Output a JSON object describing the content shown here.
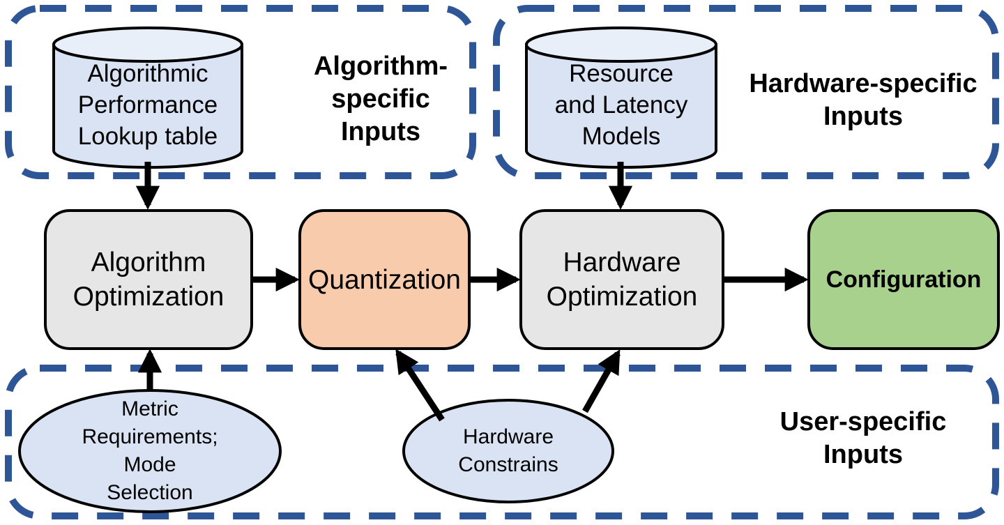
{
  "colors": {
    "dashed_border": "#2E5696",
    "input_fill": "#DAE3F3",
    "input_top_fill": "#E9EFF8",
    "process_fill": "#E7E6E6",
    "quantization_fill": "#F8CBAD",
    "configuration_fill": "#A9D18E",
    "arrow_color": "#000000"
  },
  "groups": {
    "algorithm_specific": {
      "label": "Algorithm-\nspecific\nInputs"
    },
    "hardware_specific": {
      "label": "Hardware-specific\nInputs"
    },
    "user_specific": {
      "label": "User-specific\nInputs"
    }
  },
  "nodes": {
    "algorithmic_performance_lut": {
      "shape": "cylinder",
      "label": "Algorithmic\nPerformance\nLookup table"
    },
    "resource_latency_models": {
      "shape": "cylinder",
      "label": "Resource\nand Latency\nModels"
    },
    "algorithm_optimization": {
      "shape": "rounded-rect",
      "label": "Algorithm\nOptimization"
    },
    "quantization": {
      "shape": "rounded-rect",
      "label": "Quantization"
    },
    "hardware_optimization": {
      "shape": "rounded-rect",
      "label": "Hardware\nOptimization"
    },
    "configuration": {
      "shape": "rounded-rect",
      "label": "Configuration"
    },
    "metric_requirements": {
      "shape": "ellipse",
      "label": "Metric\nRequirements;\nMode\nSelection"
    },
    "hardware_constrains": {
      "shape": "ellipse",
      "label": "Hardware\nConstrains"
    }
  },
  "edges": [
    {
      "from": "algorithmic_performance_lut",
      "to": "algorithm_optimization"
    },
    {
      "from": "resource_latency_models",
      "to": "hardware_optimization"
    },
    {
      "from": "algorithm_optimization",
      "to": "quantization"
    },
    {
      "from": "quantization",
      "to": "hardware_optimization"
    },
    {
      "from": "hardware_optimization",
      "to": "configuration"
    },
    {
      "from": "metric_requirements",
      "to": "algorithm_optimization"
    },
    {
      "from": "hardware_constrains",
      "to": "quantization"
    },
    {
      "from": "hardware_constrains",
      "to": "hardware_optimization"
    }
  ]
}
